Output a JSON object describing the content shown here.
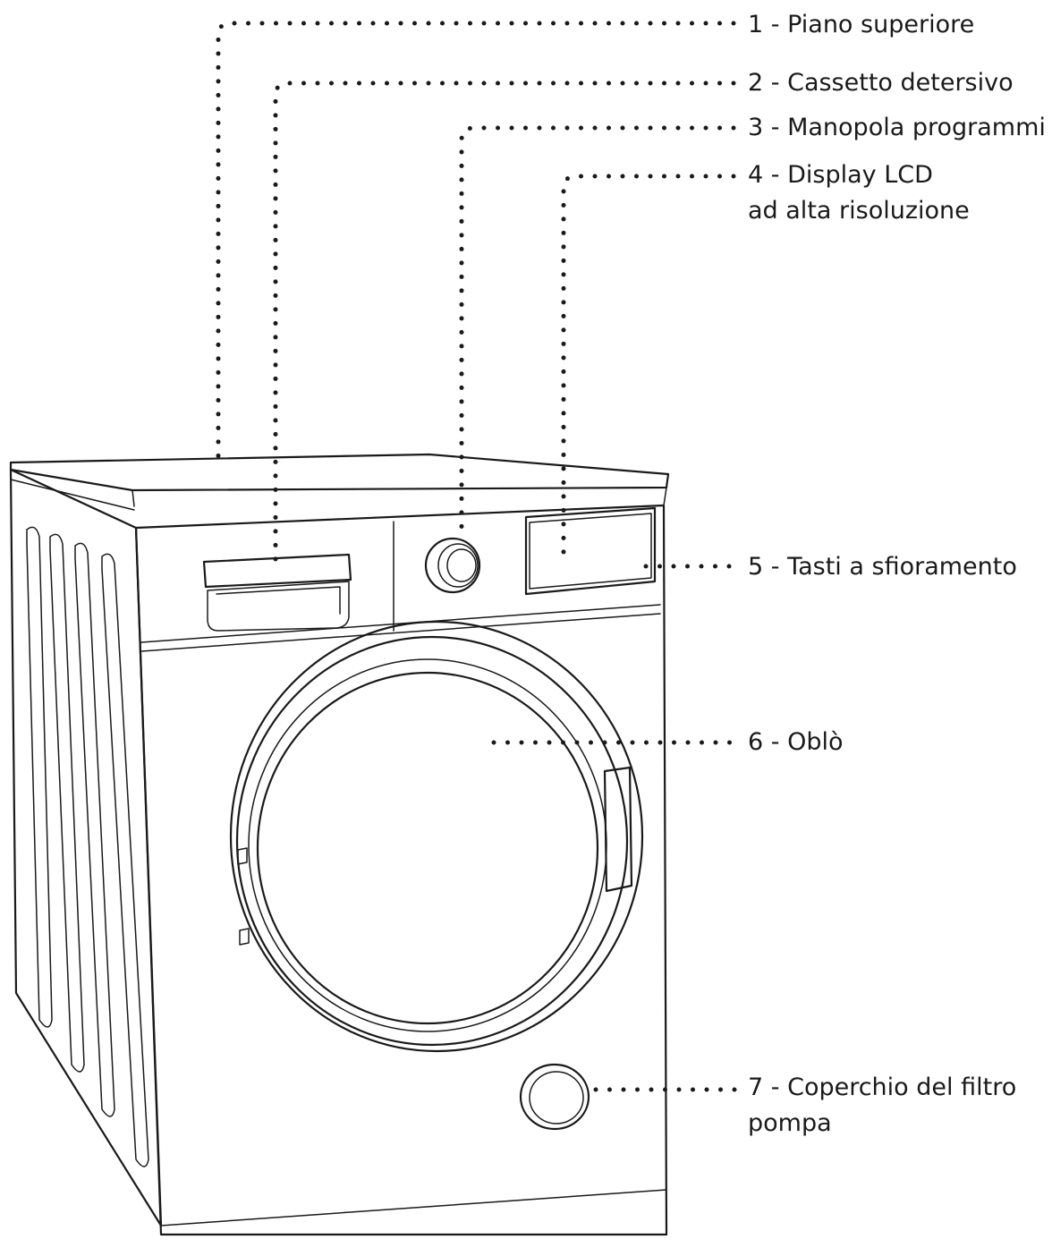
{
  "callouts": [
    {
      "id": "piano-superiore",
      "lines": [
        "1 - Piano superiore"
      ]
    },
    {
      "id": "cassetto-detersivo",
      "lines": [
        "2 - Cassetto detersivo"
      ]
    },
    {
      "id": "manopola-programmi",
      "lines": [
        "3 - Manopola programmi"
      ]
    },
    {
      "id": "display-lcd",
      "lines": [
        "4 - Display LCD",
        "ad alta risoluzione"
      ]
    },
    {
      "id": "tasti-sfioramento",
      "lines": [
        "5 - Tasti a sfioramento"
      ]
    },
    {
      "id": "oblo",
      "lines": [
        "6 - Oblò"
      ]
    },
    {
      "id": "coperchio-filtro",
      "lines": [
        "7 - Coperchio del filtro",
        "pompa"
      ]
    }
  ],
  "colors": {
    "line": "#1a1a1a",
    "background": "#ffffff"
  }
}
